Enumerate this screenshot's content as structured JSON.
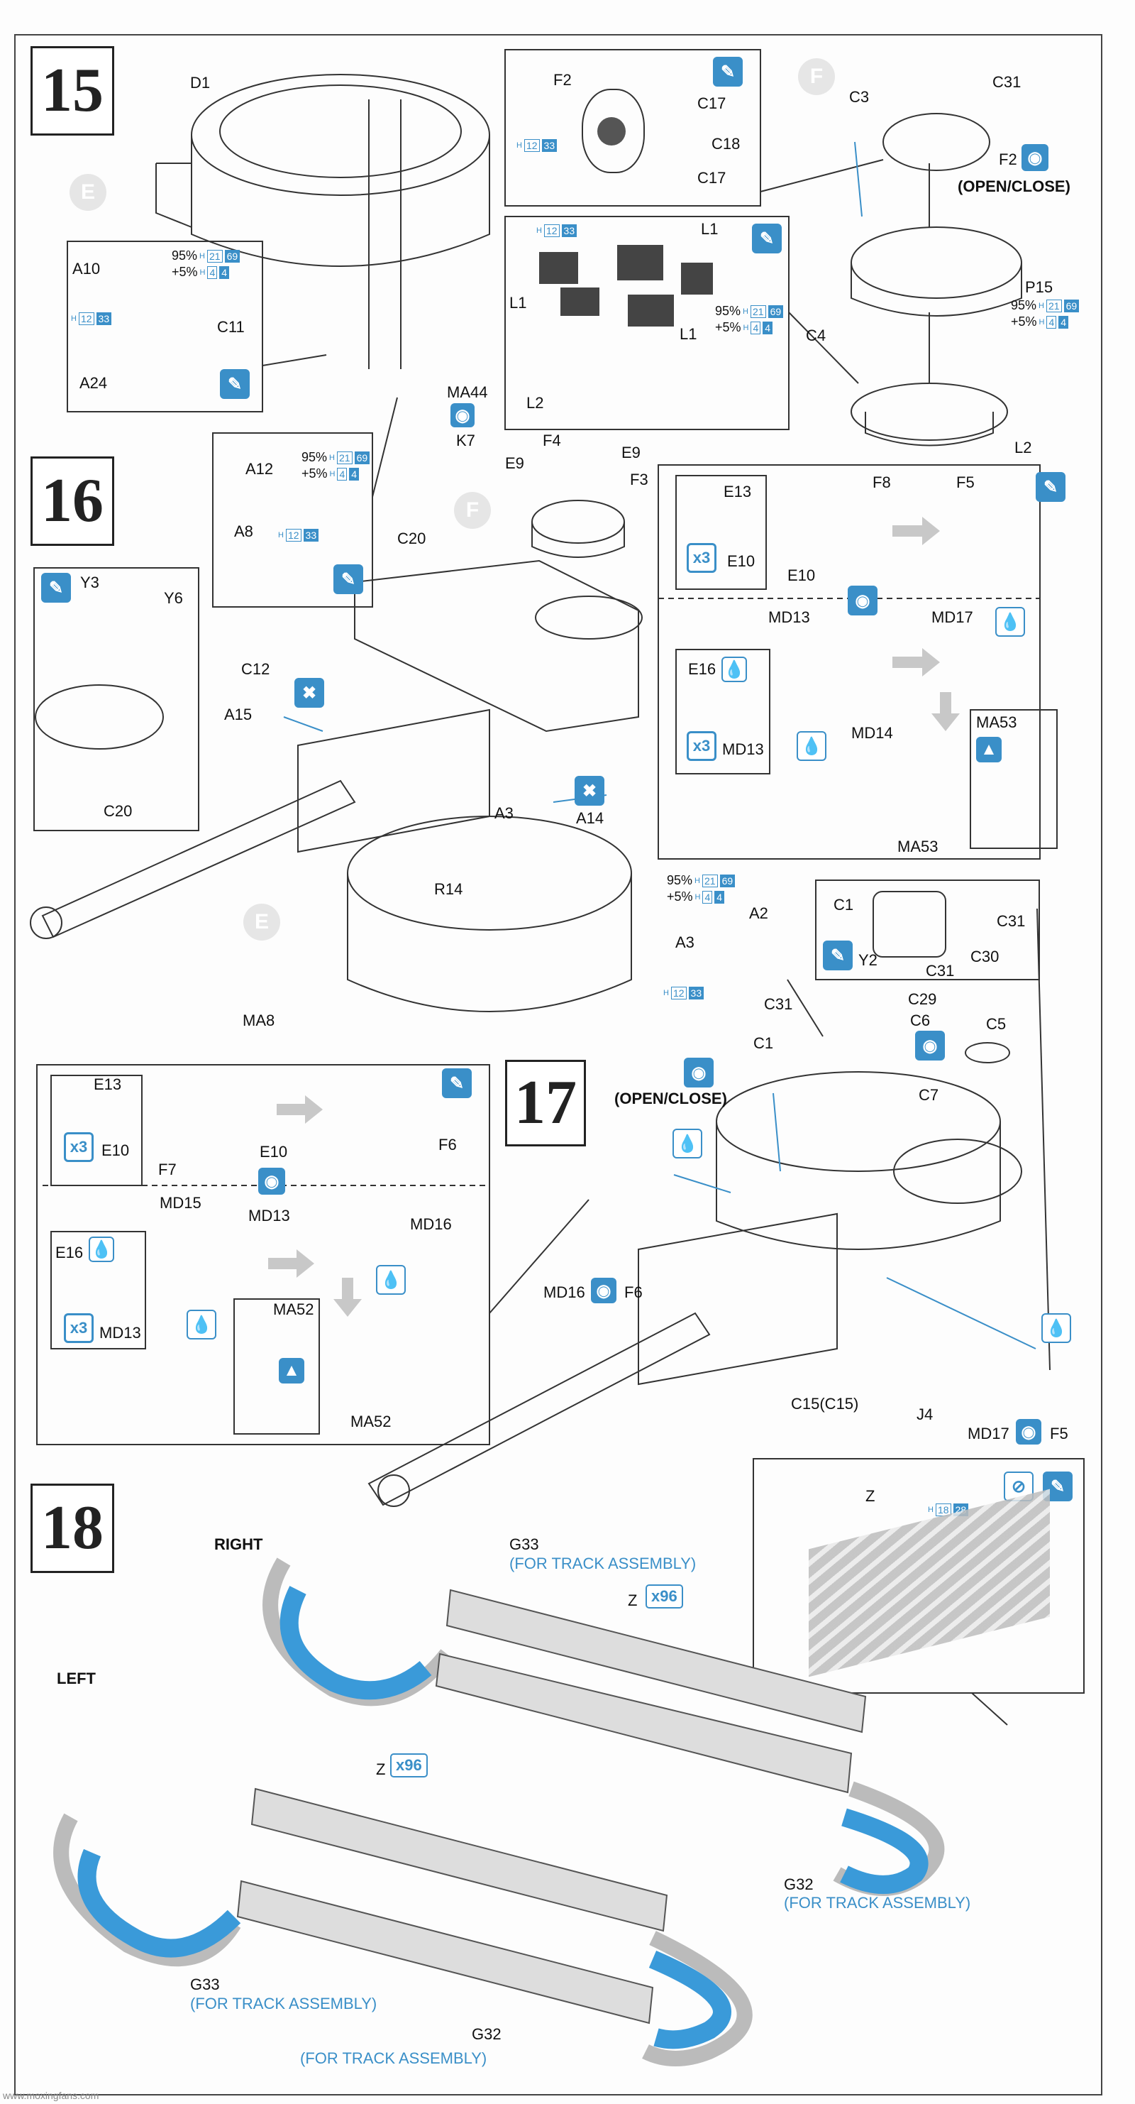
{
  "steps": {
    "s15": "15",
    "s16": "16",
    "s17": "17",
    "s18": "18"
  },
  "parts": {
    "D1": "D1",
    "E": "E",
    "F": "F",
    "F2a": "F2",
    "F2b": "F2",
    "C3": "C3",
    "C31a": "C31",
    "C17a": "C17",
    "C17b": "C17",
    "C18": "C18",
    "open_close_1": "(OPEN/CLOSE)",
    "L1a": "L1",
    "L1b": "L1",
    "L1c": "L1",
    "L2a": "L2",
    "L2b": "L2",
    "P15": "P15",
    "C4": "C4",
    "A10": "A10",
    "A24": "A24",
    "C11": "C11",
    "A12": "A12",
    "A8": "A8",
    "MA44": "MA44",
    "K7": "K7",
    "F4": "F4",
    "E9a": "E9",
    "E9b": "E9",
    "F3": "F3",
    "C20a": "C20",
    "C20b": "C20",
    "Y3": "Y3",
    "Y6": "Y6",
    "C12": "C12",
    "A15": "A15",
    "A3a": "A3",
    "A14": "A14",
    "R14": "R14",
    "A2": "A2",
    "A3b": "A3",
    "MA8": "MA8",
    "E13a": "E13",
    "E10a": "E10",
    "E10b": "E10",
    "F8": "F8",
    "F5a": "F5",
    "MD13a": "MD13",
    "MD17a": "MD17",
    "E16a": "E16",
    "MD13b": "MD13",
    "MD14": "MD14",
    "MA53a": "MA53",
    "MA53b": "MA53",
    "C1a": "C1",
    "C31b": "C31",
    "C30": "C30",
    "Y2": "Y2",
    "C31c": "C31",
    "C31d": "C31",
    "C29": "C29",
    "C6": "C6",
    "C5": "C5",
    "C1b": "C1",
    "C7": "C7",
    "open_close_2": "(OPEN/CLOSE)",
    "E13b": "E13",
    "E10c": "E10",
    "E10d": "E10",
    "F7": "F7",
    "F6a": "F6",
    "MD15": "MD15",
    "MD13c": "MD13",
    "MD16a": "MD16",
    "E16b": "E16",
    "MD13d": "MD13",
    "MA52a": "MA52",
    "MA52b": "MA52",
    "MD16b": "MD16",
    "F6b": "F6",
    "C15": "C15(C15)",
    "J4": "J4",
    "MD17b": "MD17",
    "F5b": "F5",
    "Za": "Z",
    "Zb": "Z",
    "Zc": "Z",
    "G33a": "G33",
    "G33b": "G33",
    "G32a": "G32",
    "G32b": "G32",
    "right": "RIGHT",
    "left": "LEFT",
    "fta1": "(FOR TRACK ASSEMBLY)",
    "fta2": "(FOR TRACK ASSEMBLY)",
    "fta3": "(FOR TRACK ASSEMBLY)",
    "fta4": "(FOR TRACK ASSEMBLY)",
    "x96a": "x96",
    "x96b": "x96",
    "x3a": "x3",
    "x3b": "x3",
    "x3c": "x3",
    "x3d": "x3"
  },
  "paint": {
    "pct95": "95%",
    "pct5": "+5%",
    "h": "H",
    "c21": "21",
    "c69": "69",
    "c4a": "4",
    "c4b": "4",
    "c12": "12",
    "c33": "33",
    "c18": "18",
    "c28": "28"
  },
  "watermark": "www.moxingfans.com",
  "colors": {
    "accent": "#3a8fc8",
    "track_blue": "#3a9ad9"
  }
}
